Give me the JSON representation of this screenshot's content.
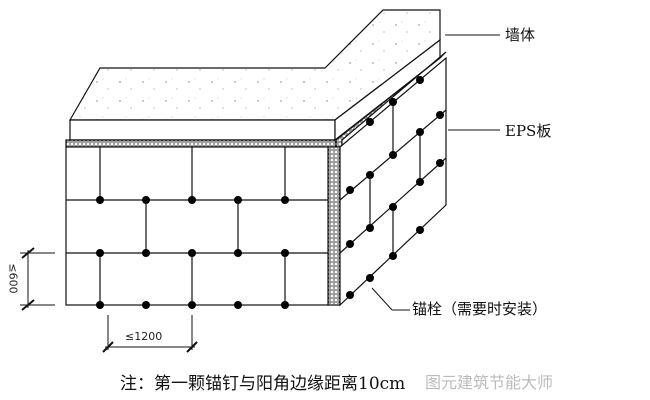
{
  "labels": {
    "wall": "墙体",
    "eps": "EPS板",
    "anchor": "锚栓（需要时安装）"
  },
  "dimensions": {
    "vertical": "≤600",
    "horizontal": "≤1200"
  },
  "note": "注：第一颗锚钉与阳角边缘距离10cm",
  "watermark": "图元建筑节能大师"
}
